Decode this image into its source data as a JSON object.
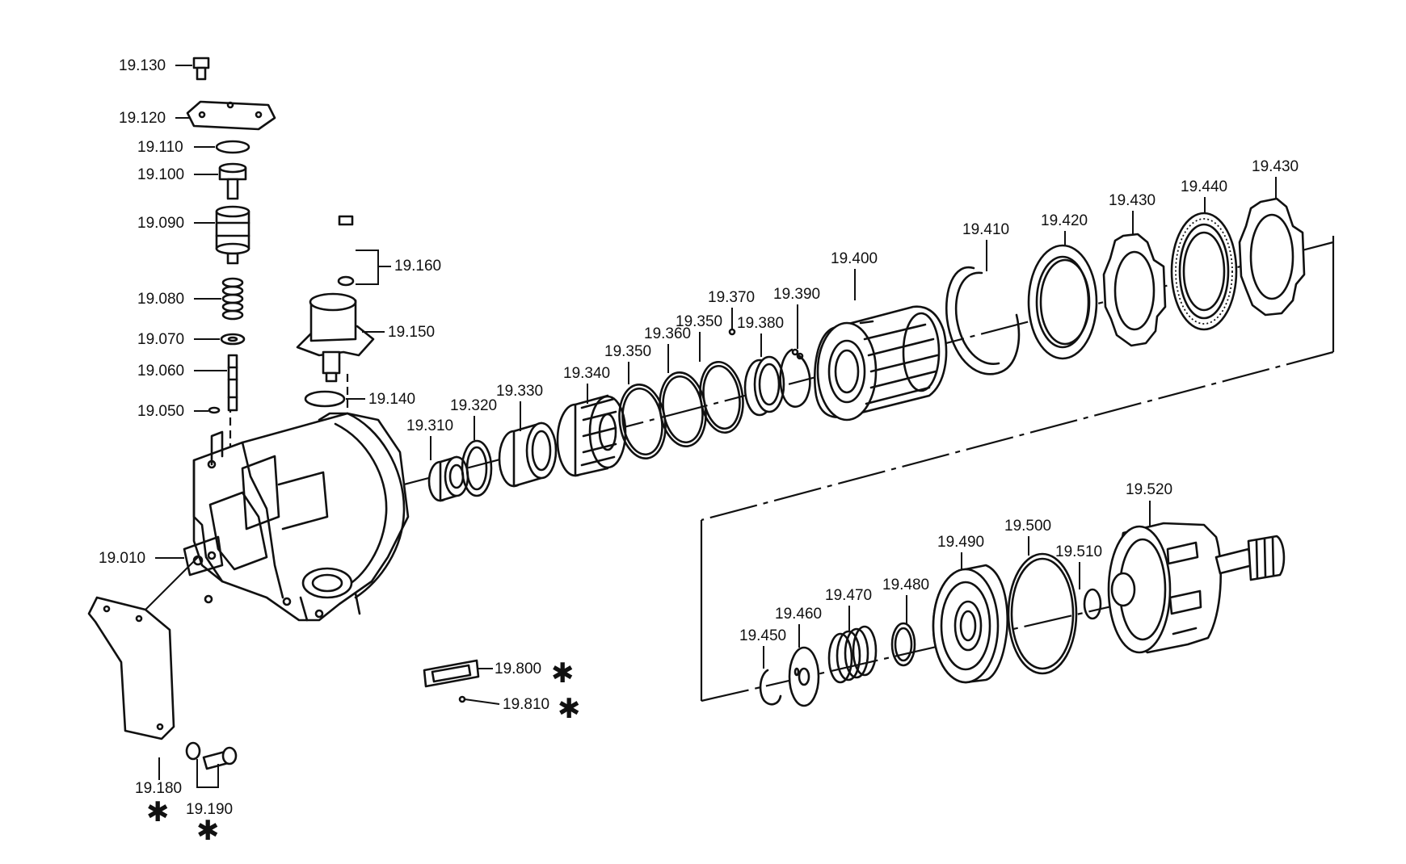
{
  "labels": {
    "p19130": "19.130",
    "p19120": "19.120",
    "p19110": "19.110",
    "p19100": "19.100",
    "p19090": "19.090",
    "p19080": "19.080",
    "p19070": "19.070",
    "p19060": "19.060",
    "p19050": "19.050",
    "p19010": "19.010",
    "p19160": "19.160",
    "p19150": "19.150",
    "p19140": "19.140",
    "p19310": "19.310",
    "p19320": "19.320",
    "p19330": "19.330",
    "p19340": "19.340",
    "p19350a": "19.350",
    "p19360": "19.360",
    "p19350b": "19.350",
    "p19370": "19.370",
    "p19380": "19.380",
    "p19390": "19.390",
    "p19400": "19.400",
    "p19410": "19.410",
    "p19420": "19.420",
    "p19430a": "19.430",
    "p19440": "19.440",
    "p19430b": "19.430",
    "p19520": "19.520",
    "p19500": "19.500",
    "p19510": "19.510",
    "p19490": "19.490",
    "p19480": "19.480",
    "p19470": "19.470",
    "p19460": "19.460",
    "p19450": "19.450",
    "p19800": "19.800",
    "p19810": "19.810",
    "p19180": "19.180",
    "p19190": "19.190"
  },
  "marker": "✱"
}
